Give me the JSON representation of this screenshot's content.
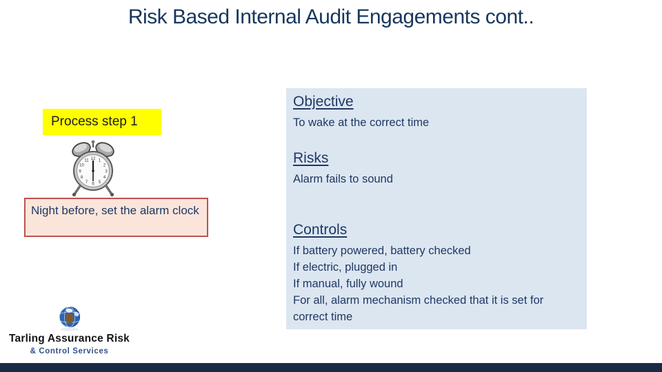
{
  "slide": {
    "title": "Risk Based Internal Audit Engagements cont..",
    "process_step_label": "Process step 1",
    "note_box_text": "Night before, set the alarm clock",
    "panel": {
      "sections": [
        {
          "heading": "Objective",
          "lines": [
            "To wake at the correct time"
          ]
        },
        {
          "heading": "Risks",
          "lines": [
            "Alarm fails to sound"
          ]
        },
        {
          "heading": "Controls",
          "lines": [
            "If battery powered, battery checked",
            "If electric, plugged in",
            "If manual, fully wound",
            "For all, alarm mechanism checked that it is set for correct time"
          ]
        }
      ]
    },
    "logo": {
      "name": "Tarling Assurance Risk",
      "subtitle": "& Control Services"
    },
    "icons": {
      "clock": "alarm-clock-icon",
      "globe": "globe-icon"
    },
    "colors": {
      "title_navy": "#17375E",
      "body_navy": "#1F3864",
      "panel_blue": "#DCE6F1",
      "highlight_yellow": "#FFFF00",
      "note_fill": "#FBE5DB",
      "note_border": "#C0504D",
      "logo_blue": "#31508C",
      "footer_navy": "#1B2A44"
    }
  }
}
